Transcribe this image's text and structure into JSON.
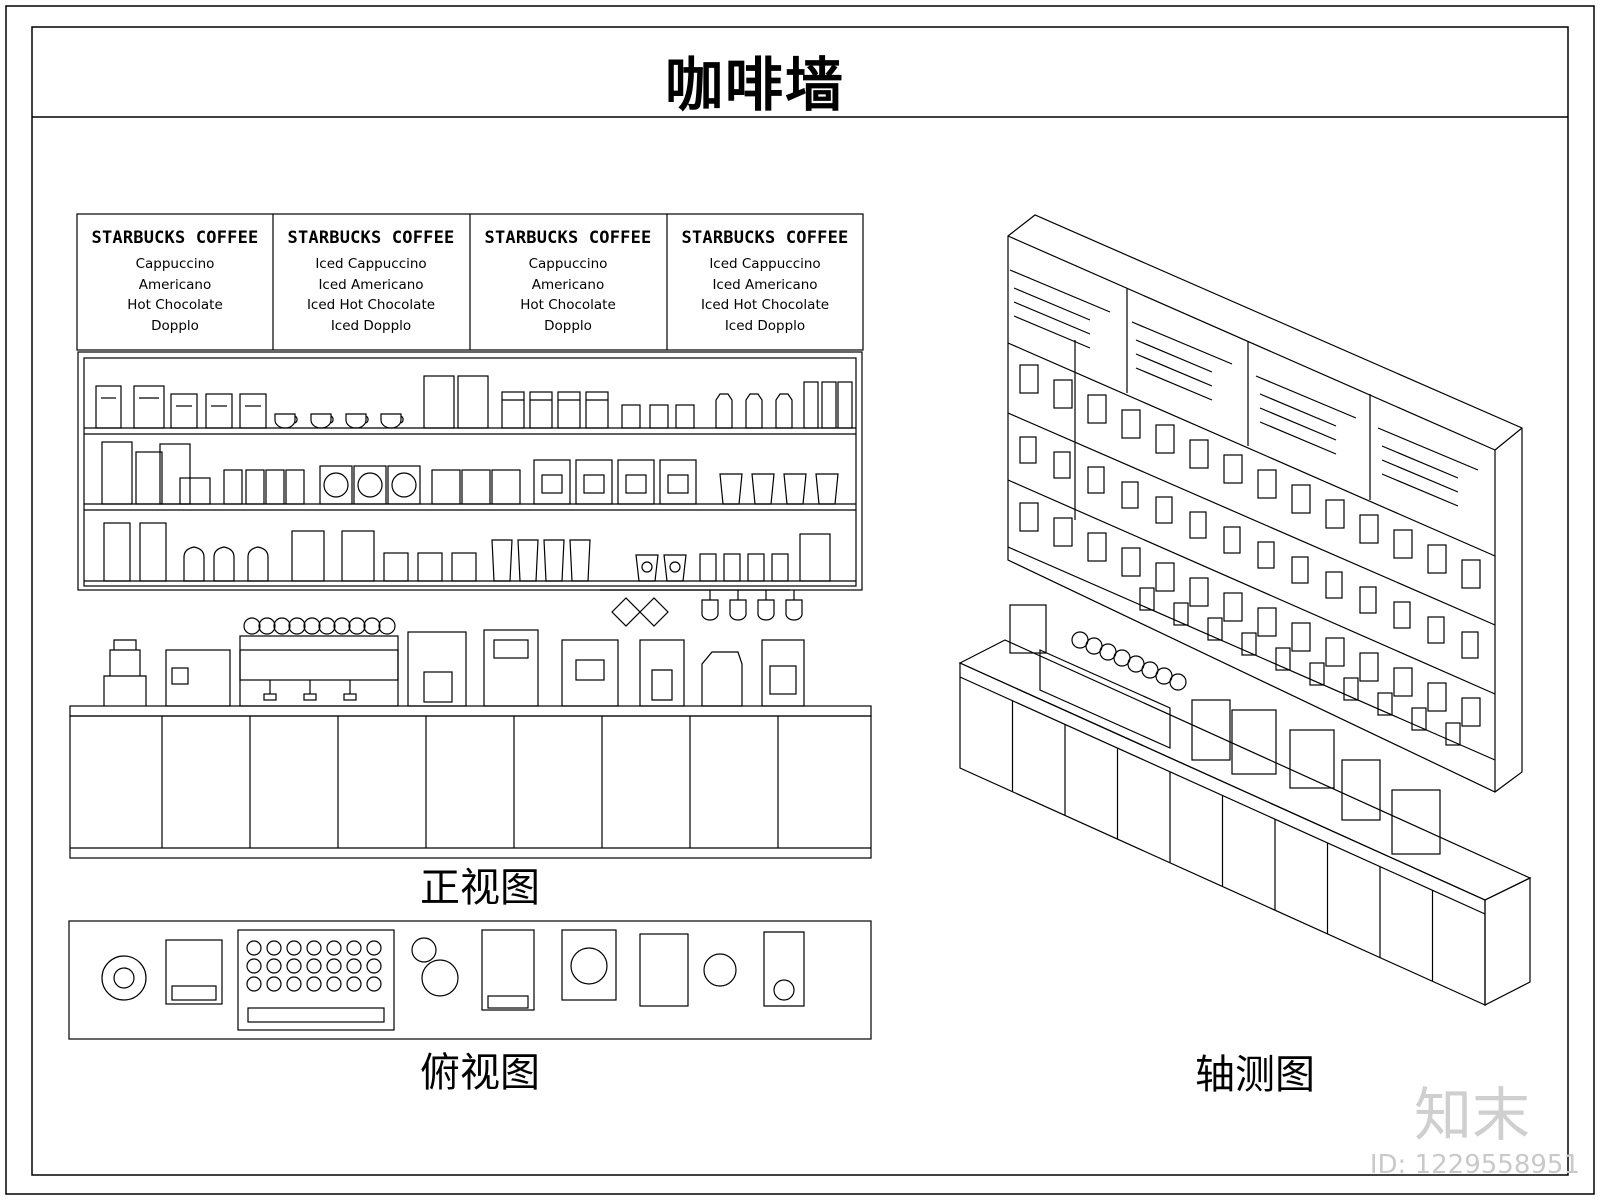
{
  "title": "咖啡墙",
  "views": {
    "front": "正视图",
    "top": "俯视图",
    "axonometric": "轴测图"
  },
  "menu_boards": [
    {
      "brand": "STARBUCKS COFFEE",
      "items": [
        "Cappuccino",
        "Americano",
        "Hot Chocolate",
        "Dopplo"
      ]
    },
    {
      "brand": "STARBUCKS COFFEE",
      "items": [
        "Iced Cappuccino",
        "Iced Americano",
        "Iced Hot Chocolate",
        "Iced Dopplo"
      ]
    },
    {
      "brand": "STARBUCKS COFFEE",
      "items": [
        "Cappuccino",
        "Americano",
        "Hot Chocolate",
        "Dopplo"
      ]
    },
    {
      "brand": "STARBUCKS COFFEE",
      "items": [
        "Iced Cappuccino",
        "Iced Americano",
        "Iced Hot Chocolate",
        "Iced Dopplo"
      ]
    }
  ],
  "watermark": {
    "logo": "知末",
    "id_text": "ID: 1229558951"
  },
  "colors": {
    "line": "#000000",
    "watermark": "#cccccc"
  }
}
